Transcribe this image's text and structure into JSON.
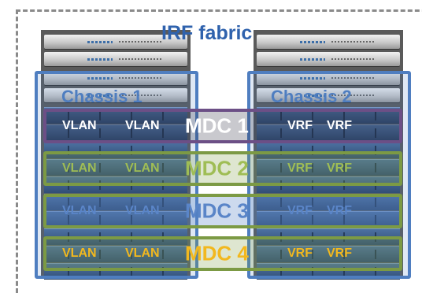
{
  "title": "IRF fabric",
  "chassis": [
    "Chassis 1",
    "Chassis 2"
  ],
  "mdcs": [
    {
      "name": "MDC 1",
      "vlan1": "VLAN",
      "vlan2": "VLAN",
      "vrf1": "VRF",
      "vrf2": "VRF",
      "border": "#6c4f86",
      "text": "#ffffff",
      "fill": "rgba(40,40,60,0.25)"
    },
    {
      "name": "MDC 2",
      "vlan1": "VLAN",
      "vlan2": "VLAN",
      "vrf1": "VRF",
      "vrf2": "VRF",
      "border": "#7c9a44",
      "text": "#9fbd55",
      "fill": "rgba(124,154,68,0.25)"
    },
    {
      "name": "MDC 3",
      "vlan1": "VLAN",
      "vlan2": "VLAN",
      "vrf1": "VRF",
      "vrf2": "VRF",
      "border": "#7c9a44",
      "text": "#5a85c8",
      "fill": "rgba(90,133,200,0.30)"
    },
    {
      "name": "MDC 4",
      "vlan1": "VLAN",
      "vlan2": "VLAN",
      "vrf1": "VRF",
      "vrf2": "VRF",
      "border": "#7c9a44",
      "text": "#f2b81e",
      "fill": "rgba(124,154,68,0.25)"
    }
  ]
}
